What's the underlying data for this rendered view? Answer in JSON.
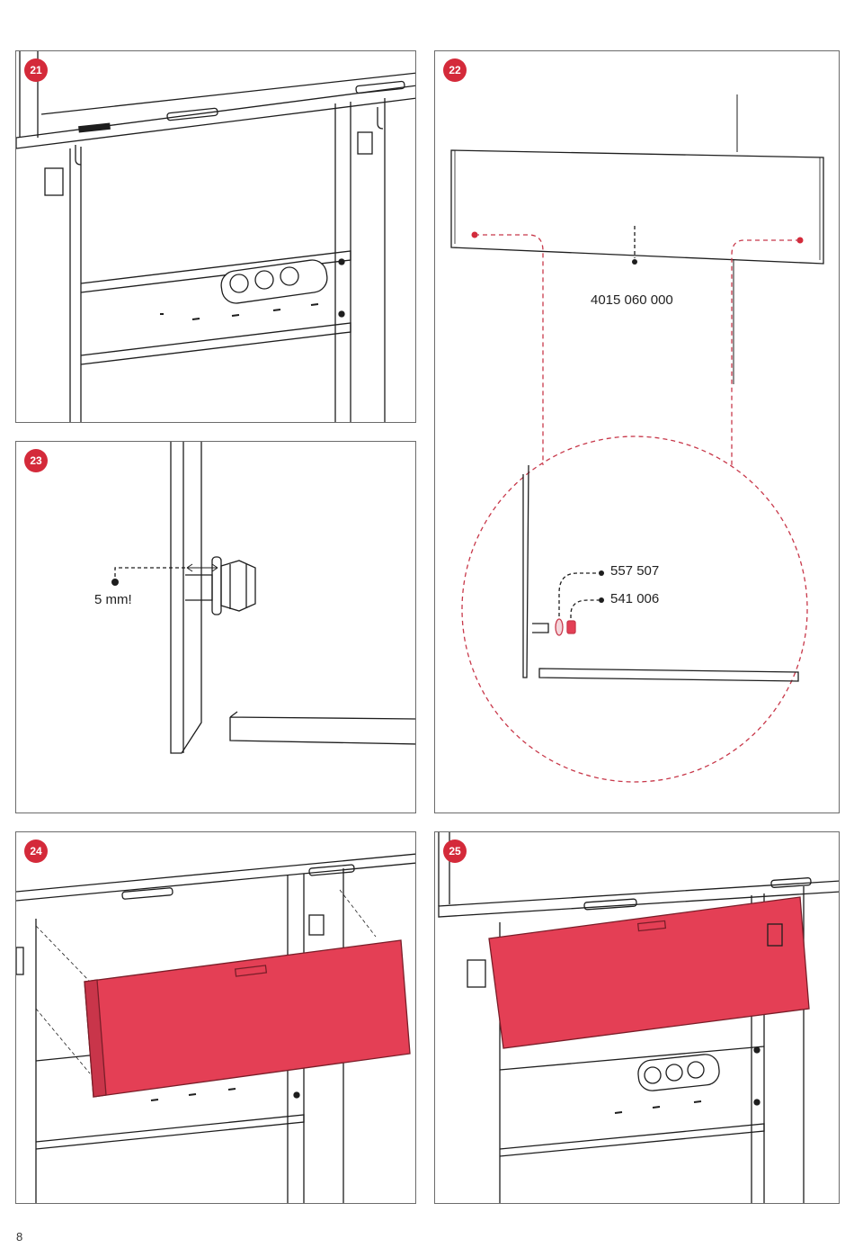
{
  "page_number": "8",
  "colors": {
    "accent": "#d42a3a",
    "panel_red": "#e43f55",
    "line": "#1e1e1e",
    "dashed": "#c8384a"
  },
  "steps": [
    {
      "number": "21"
    },
    {
      "number": "22",
      "callouts": [
        "4015 060 000",
        "557 507",
        "541 006"
      ]
    },
    {
      "number": "23",
      "callouts": [
        "5 mm!"
      ]
    },
    {
      "number": "24"
    },
    {
      "number": "25"
    }
  ]
}
